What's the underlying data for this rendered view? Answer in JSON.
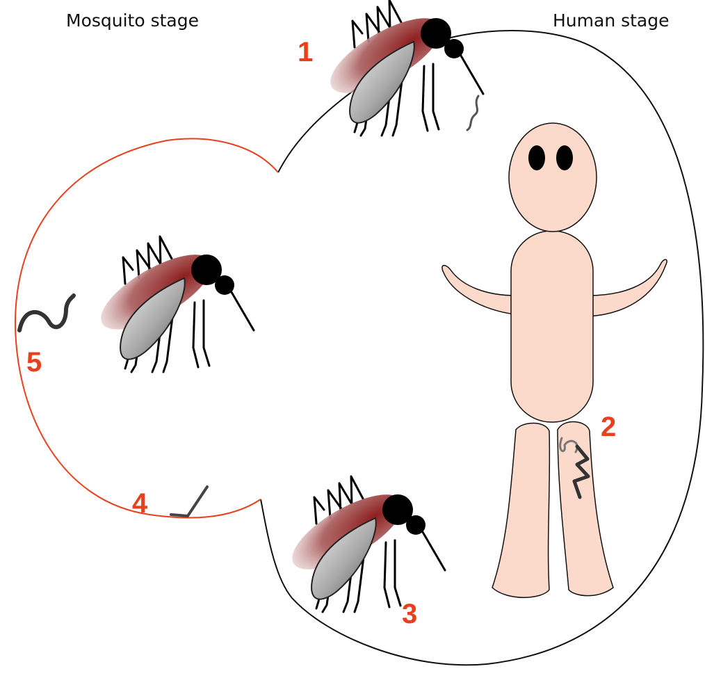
{
  "labels": {
    "mosquito_stage": "Mosquito stage",
    "human_stage": "Human stage"
  },
  "steps": [
    {
      "number": "1"
    },
    {
      "number": "2"
    },
    {
      "number": "3"
    },
    {
      "number": "4"
    },
    {
      "number": "5"
    }
  ],
  "colors": {
    "accent": "#e8401c",
    "human_cycle_line": "#111111",
    "mosquito_cycle_line": "#e8401c",
    "skin": "#fbd9cb",
    "mosquito_abdomen": "#8e1f1f",
    "worm": "#4a4a4a"
  },
  "icons": {
    "mosquito": "mosquito-icon",
    "worm": "worm-icon",
    "person": "human-figure"
  }
}
